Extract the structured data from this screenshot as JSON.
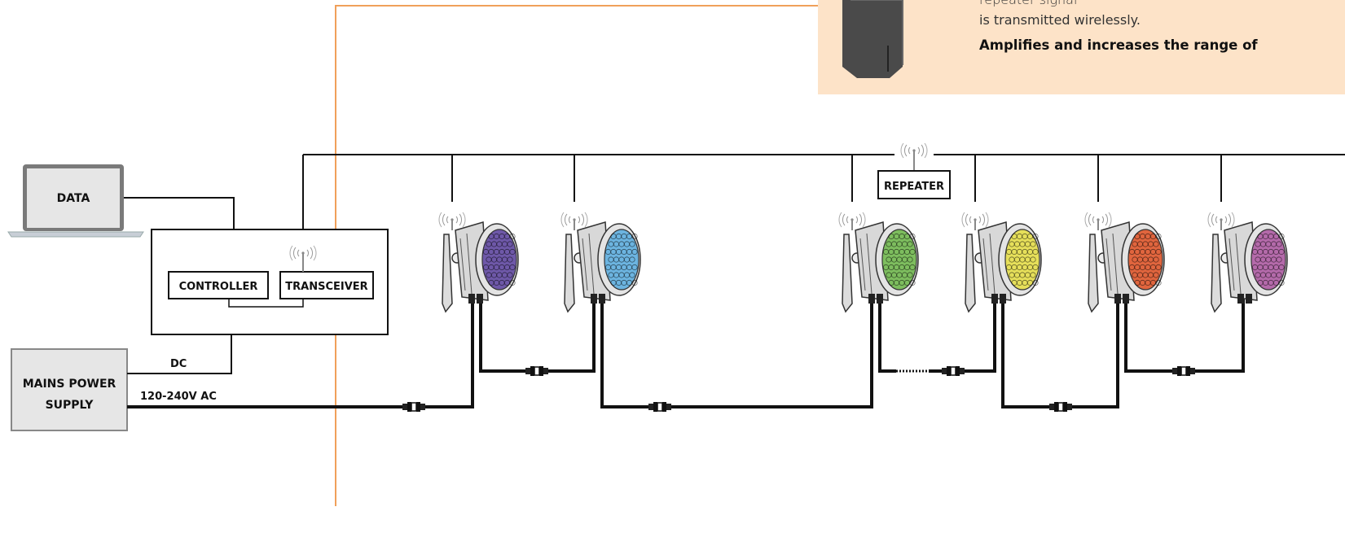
{
  "labels": {
    "data": "DATA",
    "controller": "CONTROLLER",
    "transceiver": "TRANSCEIVER",
    "mains_line1": "MAINS POWER",
    "mains_line2": "SUPPLY",
    "dc": "DC",
    "ac": "120-240V AC",
    "repeater": "REPEATER"
  },
  "callout": {
    "line1": "repeater signal",
    "line2": "is transmitted wirelessly.",
    "line3": "Amplifies and increases the range of"
  },
  "fixtures": [
    {
      "color": "#6e58a8"
    },
    {
      "color": "#6cb4e0"
    },
    {
      "color": "#7dbd5e"
    },
    {
      "color": "#e6df5a"
    },
    {
      "color": "#e0653e"
    },
    {
      "color": "#b46aaa"
    }
  ],
  "colors": {
    "accent_line": "#f0a05a",
    "callout_bg": "#fde3c8"
  },
  "icons": {
    "wireless": "wireless-signal-icon",
    "fixture": "led-spotlight-icon",
    "connector": "cable-connector-icon",
    "laptop": "laptop-icon"
  }
}
